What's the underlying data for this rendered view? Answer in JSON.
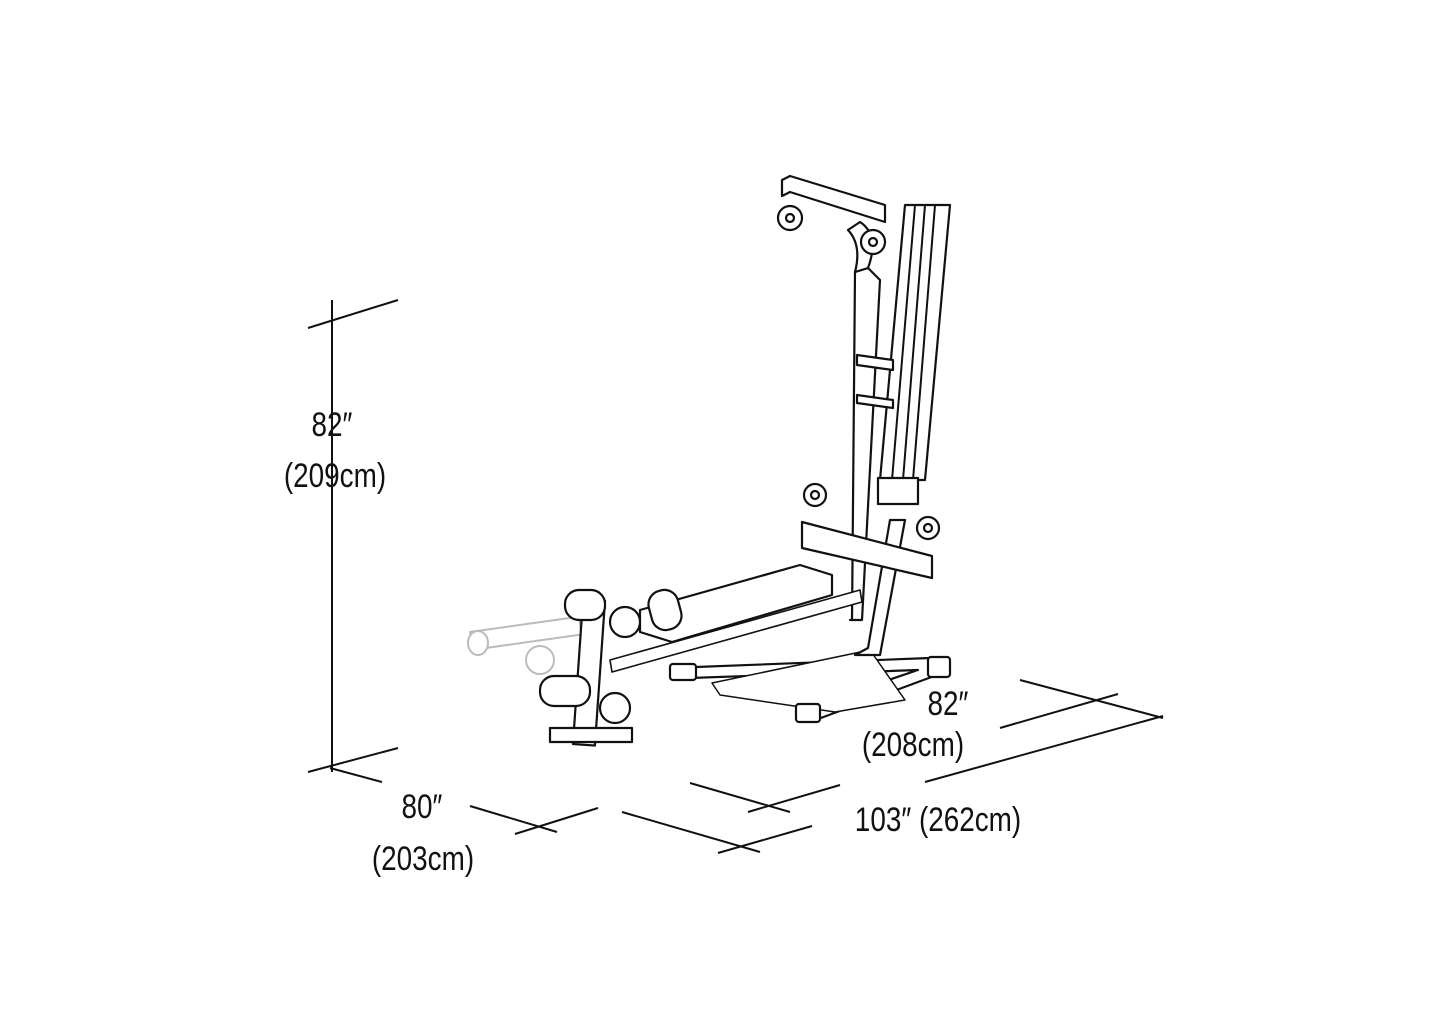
{
  "dimensions": {
    "height": {
      "imperial": "82″",
      "metric": "(209cm)"
    },
    "width": {
      "imperial": "80″",
      "metric": "(203cm)"
    },
    "depth": {
      "imperial": "82″",
      "metric": "(208cm)"
    },
    "length": {
      "label": "103″ (262cm)"
    }
  }
}
